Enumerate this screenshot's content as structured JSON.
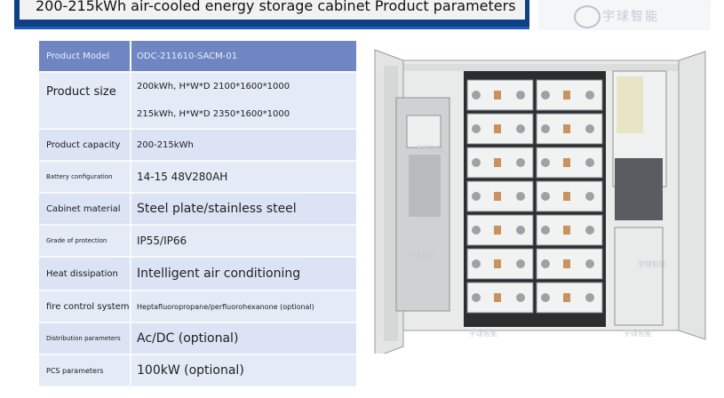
{
  "header": {
    "title": "200-215kWh air-cooled energy storage cabinet Product parameters",
    "logo_text": "宇球智能"
  },
  "table": {
    "rows": [
      {
        "name": "product-model-row",
        "label": "Product Model",
        "values": [
          "ODC-211610-SACM-01"
        ]
      },
      {
        "name": "product-size-row",
        "label": "Product size",
        "values": [
          "200kWh, H*W*D 2100*1600*1000",
          "215kWh, H*W*D 2350*1600*1000"
        ]
      },
      {
        "name": "product-capacity-row",
        "label": "Product capacity",
        "values": [
          "200-215kWh"
        ]
      },
      {
        "name": "battery-configuration-row",
        "label": "Battery configuration",
        "values": [
          "14-15 48V280AH"
        ]
      },
      {
        "name": "cabinet-material-row",
        "label": "Cabinet material",
        "values": [
          "Steel plate/stainless steel"
        ]
      },
      {
        "name": "grade-of-protection-row",
        "label": "Grade of protection",
        "values": [
          "IP55/IP66"
        ]
      },
      {
        "name": "heat-dissipation-row",
        "label": "Heat dissipation",
        "values": [
          "Intelligent air conditioning"
        ]
      },
      {
        "name": "fire-control-system-row",
        "label": "fire control system",
        "values": [
          "Heptafluoropropane/perfluorohexanone (optional)"
        ]
      },
      {
        "name": "distribution-parameters-row",
        "label": "Distribution parameters",
        "values": [
          "Ac/DC (optional)"
        ]
      },
      {
        "name": "pcs-parameters-row",
        "label": "PCS parameters",
        "values": [
          "100kW (optional)"
        ]
      }
    ]
  },
  "image": {
    "watermark": "宇球智能"
  }
}
